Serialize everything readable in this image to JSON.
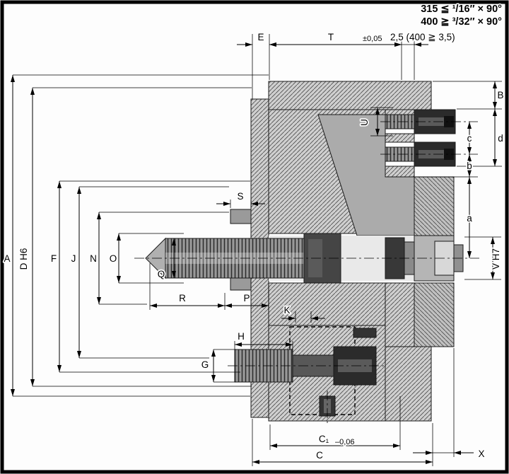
{
  "notes": {
    "line1": "315 ≦ ¹/16″ × 90°",
    "line2": "400 ≧ ³/32″ × 90°"
  },
  "dims": {
    "e": "E",
    "t": "T",
    "t_tol": "±0,05",
    "gap": "2,5 (400 ≧ 3,5)",
    "u": "U",
    "b_cap": "B",
    "d_low": "d",
    "c_low": "c",
    "b_low": "b",
    "a_low": "a",
    "v": "V H7",
    "x": "X",
    "a_cap": "A",
    "d_cap": "D H6",
    "f": "F",
    "j": "J",
    "n": "N",
    "o": "O",
    "q": "Q",
    "s": "S",
    "r": "R",
    "p": "P",
    "k": "K",
    "h": "H",
    "g": "G",
    "c1": "C₁",
    "c1_tol": "–0,06",
    "c_cap": "C"
  },
  "style": {
    "ink": "#000000",
    "metal_light": "#cfcfcf",
    "metal_dark": "#2b2b2b",
    "background": "#fdfdfd"
  }
}
